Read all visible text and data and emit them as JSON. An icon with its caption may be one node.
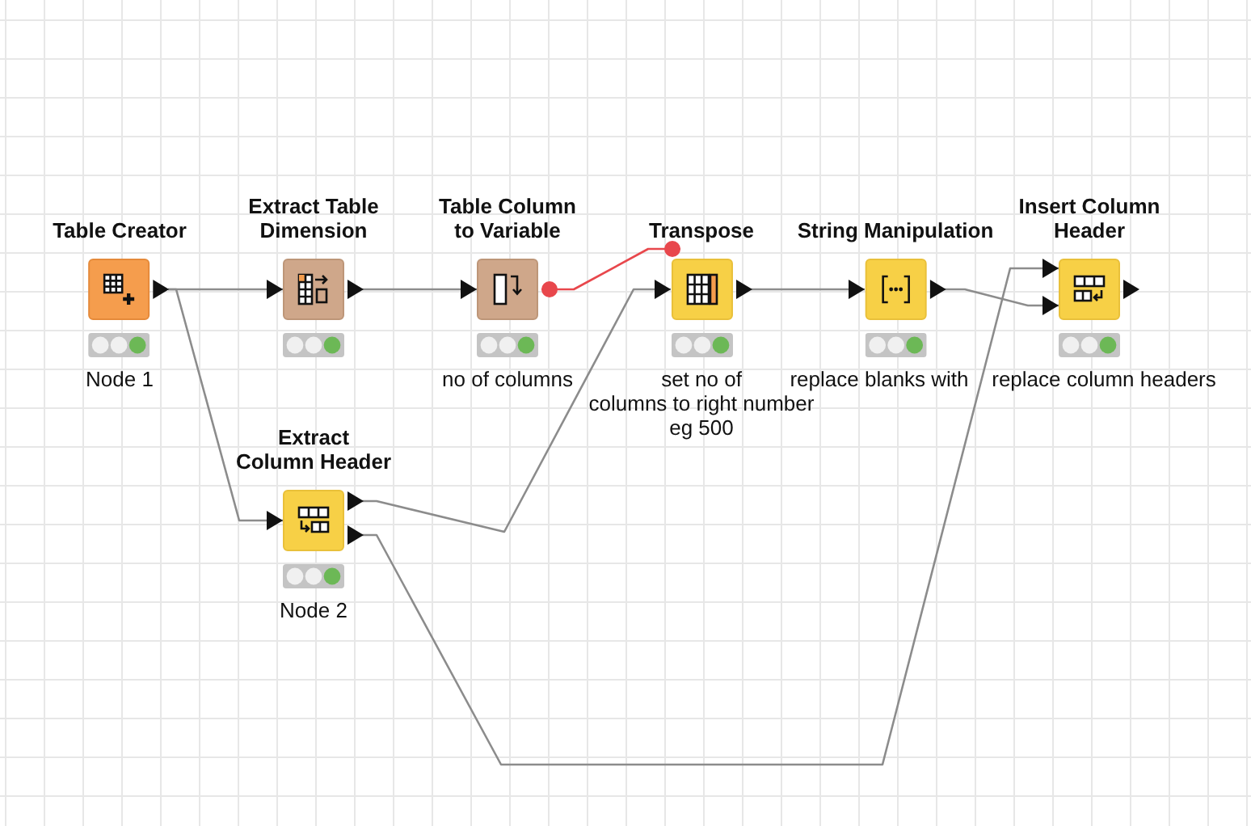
{
  "diagram": {
    "nodes": [
      {
        "text": [
          "Table Creator"
        ],
        "beside": [
          "Node 1"
        ]
      },
      {
        "text": [
          "Extract Table Dimension"
        ]
      },
      {
        "text": [
          "Table Column to Variable"
        ],
        "beside": [
          "no of columns"
        ]
      },
      {
        "text": [
          "Transpose"
        ],
        "beside": [
          "set no of columns to right number eg 500"
        ]
      },
      {
        "text": [
          "String Manipulation"
        ],
        "beside": [
          "replace blanks with"
        ]
      },
      {
        "text": [
          "Insert Column Header"
        ],
        "beside": [
          "replace column headers"
        ]
      },
      {
        "text": [
          "Extract Column Header"
        ],
        "beside": [
          "Node 2"
        ]
      }
    ],
    "edges": [
      {
        "from": 0,
        "to": 1,
        "arrow": "to"
      },
      {
        "from": 0,
        "to": 6,
        "arrow": "to"
      },
      {
        "from": 1,
        "to": 2,
        "arrow": "to"
      },
      {
        "from": 2,
        "to": 3,
        "arrow": "other",
        "color": "#e8474c"
      },
      {
        "from": 3,
        "to": 4,
        "arrow": "to"
      },
      {
        "from": 4,
        "to": 5,
        "arrow": "to"
      },
      {
        "from": 6,
        "to": 3,
        "arrow": "to"
      },
      {
        "from": 6,
        "to": 5,
        "arrow": "to"
      }
    ]
  }
}
